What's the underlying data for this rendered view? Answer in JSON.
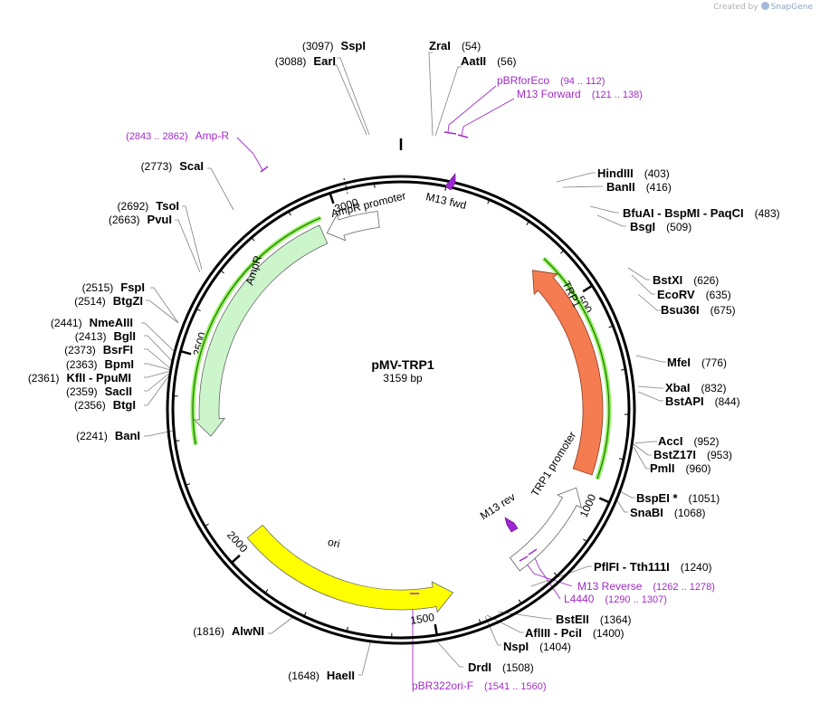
{
  "credit": {
    "prefix": "Created by",
    "brand": "SnapGene"
  },
  "plasmid": {
    "name": "pMV-TRP1",
    "size_label": "3159 bp"
  },
  "ticks": [
    "500",
    "1000",
    "1500",
    "2000",
    "2500",
    "3000"
  ],
  "features": {
    "trp1": "TRP1",
    "trp1_promoter": "TRP1 promoter",
    "ampr": "AmpR",
    "ampr_promoter": "AmpR promoter",
    "ori": "ori",
    "m13_fwd": "M13 fwd",
    "m13_rev": "M13 rev"
  },
  "sites": [
    {
      "id": "sspi",
      "name": "SspI",
      "pos": "(3097)"
    },
    {
      "id": "eari",
      "name": "EarI",
      "pos": "(3088)"
    },
    {
      "id": "zrai",
      "name": "ZraI",
      "pos": "(54)"
    },
    {
      "id": "aatii",
      "name": "AatII",
      "pos": "(56)"
    },
    {
      "id": "hindiii",
      "name": "HindIII",
      "pos": "(403)"
    },
    {
      "id": "banii",
      "name": "BanII",
      "pos": "(416)"
    },
    {
      "id": "bfuai",
      "name": "BfuAI  - BspMI  - PaqCI",
      "pos": "(483)"
    },
    {
      "id": "bsgi",
      "name": "BsgI",
      "pos": "(509)"
    },
    {
      "id": "bstxi",
      "name": "BstXI",
      "pos": "(626)"
    },
    {
      "id": "ecorv",
      "name": "EcoRV",
      "pos": "(635)"
    },
    {
      "id": "bsu36i",
      "name": "Bsu36I",
      "pos": "(675)"
    },
    {
      "id": "mfei",
      "name": "MfeI",
      "pos": "(776)"
    },
    {
      "id": "xbai",
      "name": "XbaI",
      "pos": "(832)"
    },
    {
      "id": "bstapi",
      "name": "BstAPI",
      "pos": "(844)"
    },
    {
      "id": "acci",
      "name": "AccI",
      "pos": "(952)"
    },
    {
      "id": "bstz17i",
      "name": "BstZ17I",
      "pos": "(953)"
    },
    {
      "id": "pmli",
      "name": "PmlI",
      "pos": "(960)"
    },
    {
      "id": "bspei",
      "name": "BspEI *",
      "pos": "(1051)"
    },
    {
      "id": "snabi",
      "name": "SnaBI",
      "pos": "(1068)"
    },
    {
      "id": "pflfi",
      "name": "PflFI  - Tth111I",
      "pos": "(1240)"
    },
    {
      "id": "bsteii",
      "name": "BstEII",
      "pos": "(1364)"
    },
    {
      "id": "afliii",
      "name": "AflIII  - PciI",
      "pos": "(1400)"
    },
    {
      "id": "nspi",
      "name": "NspI",
      "pos": "(1404)"
    },
    {
      "id": "drdi",
      "name": "DrdI",
      "pos": "(1508)"
    },
    {
      "id": "haeii",
      "name": "HaeII",
      "pos": "(1648)"
    },
    {
      "id": "alwni",
      "name": "AlwNI",
      "pos": "(1816)"
    },
    {
      "id": "bani",
      "name": "BanI",
      "pos": "(2241)"
    },
    {
      "id": "btgi",
      "name": "BtgI",
      "pos": "(2356)"
    },
    {
      "id": "sacii",
      "name": "SacII",
      "pos": "(2359)"
    },
    {
      "id": "kfli",
      "name": "KflI  - PpuMI",
      "pos": "(2361)"
    },
    {
      "id": "bpmi",
      "name": "BpmI",
      "pos": "(2363)"
    },
    {
      "id": "bsrfi",
      "name": "BsrFI",
      "pos": "(2373)"
    },
    {
      "id": "bgli",
      "name": "BglI",
      "pos": "(2413)"
    },
    {
      "id": "nmeaiii",
      "name": "NmeAIII",
      "pos": "(2441)"
    },
    {
      "id": "btgzi",
      "name": "BtgZI",
      "pos": "(2514)"
    },
    {
      "id": "fspi",
      "name": "FspI",
      "pos": "(2515)"
    },
    {
      "id": "pvui",
      "name": "PvuI",
      "pos": "(2663)"
    },
    {
      "id": "tsoi",
      "name": "TsoI",
      "pos": "(2692)"
    },
    {
      "id": "scai",
      "name": "ScaI",
      "pos": "(2773)"
    }
  ],
  "primers": [
    {
      "id": "pbrforeco",
      "name": "pBRforEco",
      "range": "(94 .. 112)"
    },
    {
      "id": "m13forward",
      "name": "M13 Forward",
      "range": "(121 .. 138)"
    },
    {
      "id": "ampr",
      "name": "Amp-R",
      "range": "(2843 .. 2862)"
    },
    {
      "id": "m13reverse",
      "name": "M13 Reverse",
      "range": "(1262 .. 1278)"
    },
    {
      "id": "l4440",
      "name": "L4440",
      "range": "(1290 .. 1307)"
    },
    {
      "id": "pbr322ori",
      "name": "pBR322ori-F",
      "range": "(1541 .. 1560)"
    }
  ],
  "colors": {
    "trp1": "#f47c50",
    "ampr": "#ccf5cc",
    "ori": "#ffff00",
    "green_track": "#8ef35a",
    "primer": "#a02bc7",
    "m13_arrow": "#9b28d2"
  }
}
